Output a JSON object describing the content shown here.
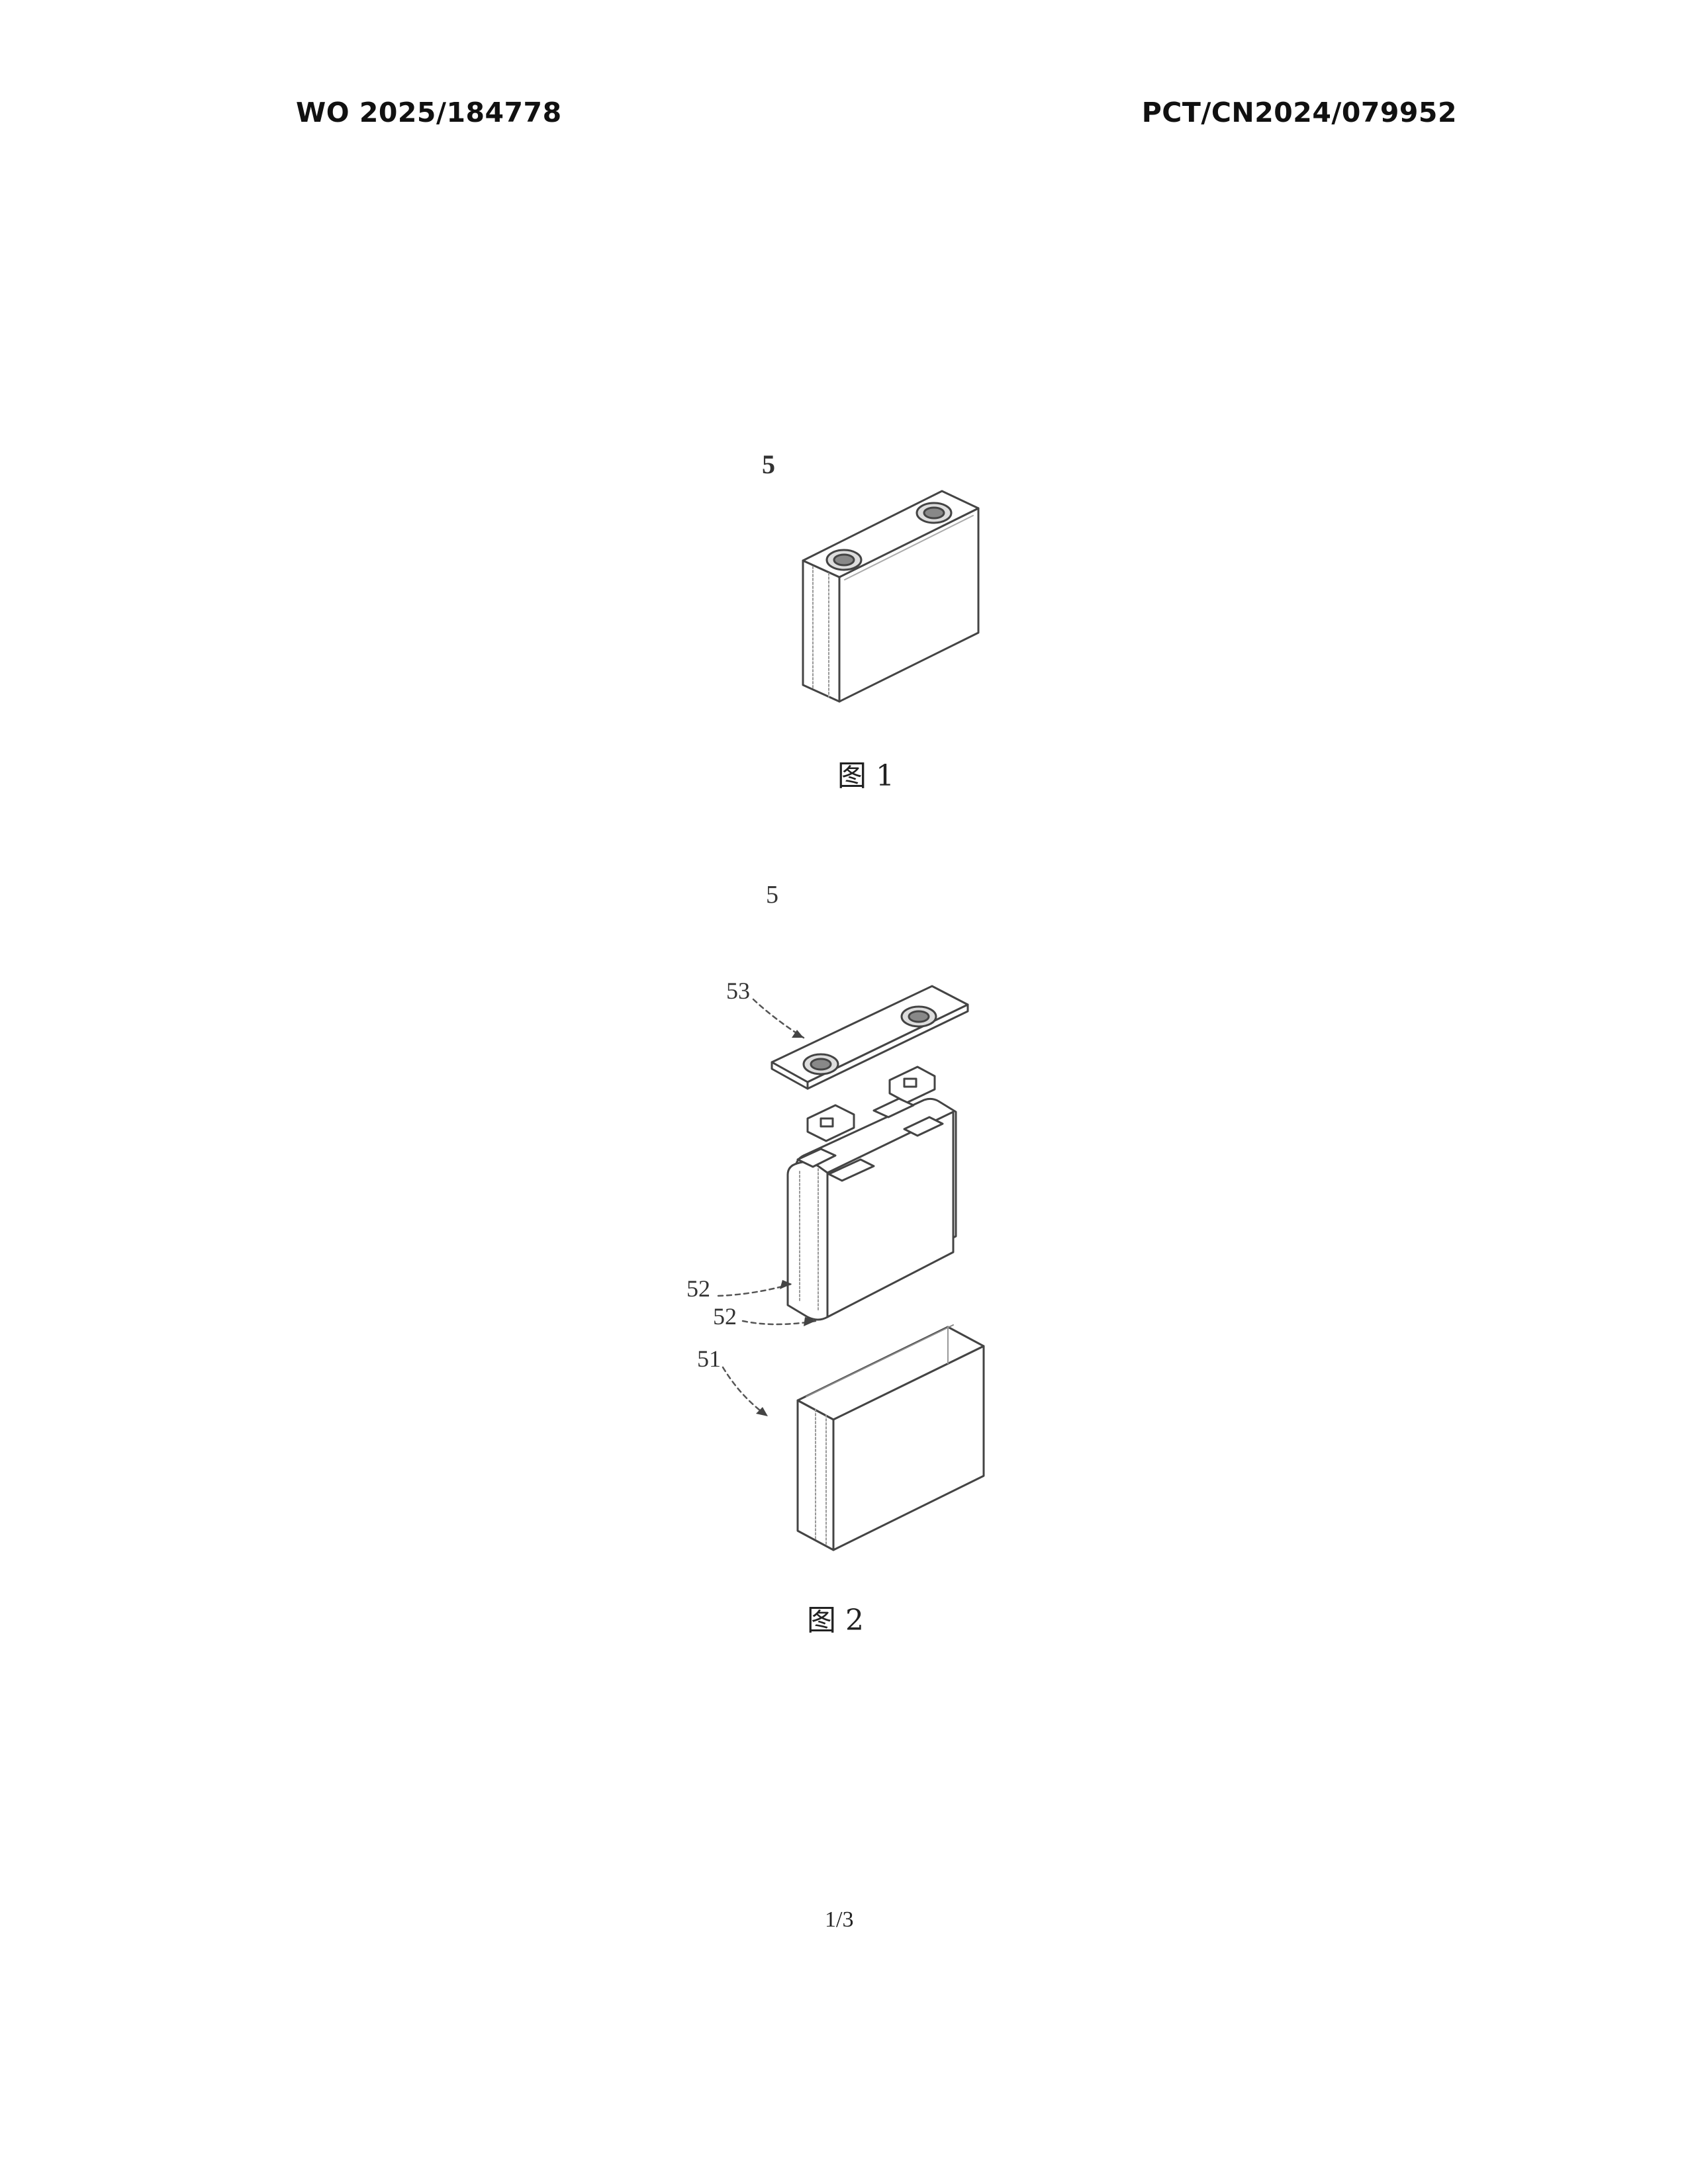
{
  "header": {
    "publication_number": "WO 2025/184778",
    "application_number": "PCT/CN2024/079952"
  },
  "figure1": {
    "reference": "5",
    "caption": "图 1"
  },
  "figure2": {
    "reference": "5",
    "labels": {
      "end_cover": "53",
      "electrode_assembly_a": "52",
      "electrode_assembly_b": "52",
      "housing": "51"
    },
    "caption": "图 2"
  },
  "footer": {
    "page_number": "1/3"
  }
}
